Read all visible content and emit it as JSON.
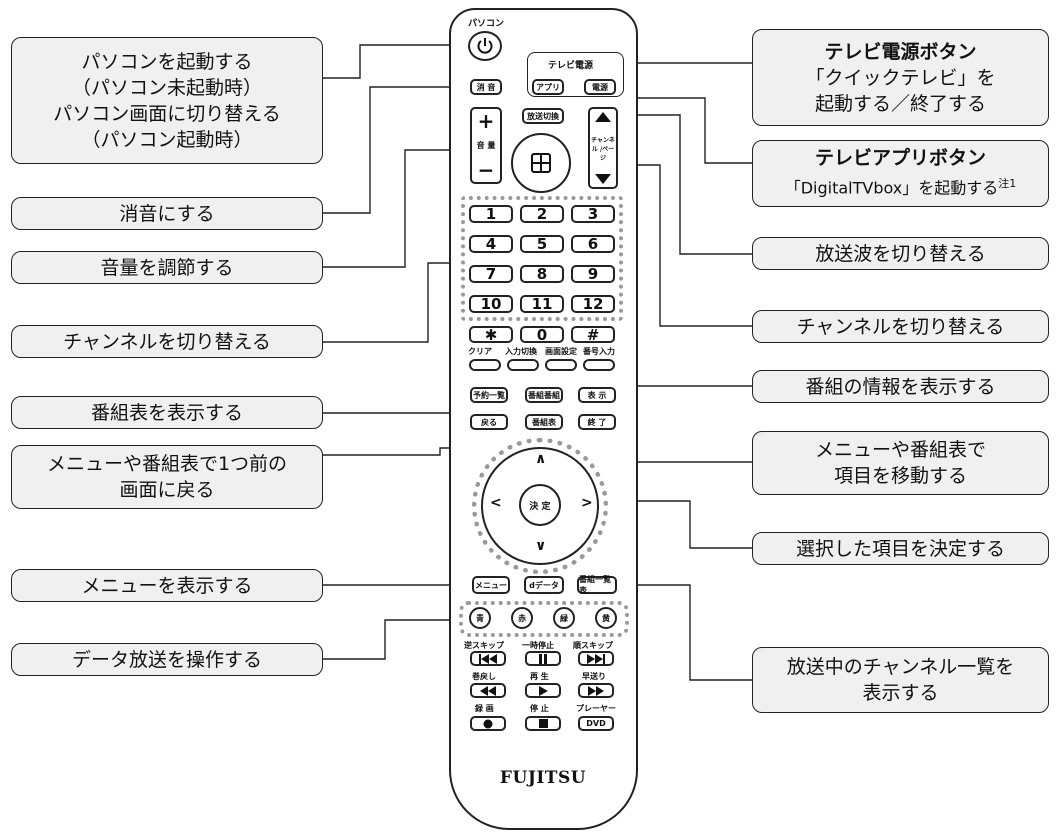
{
  "callouts_left": {
    "power_pc": [
      "パソコンを起動する",
      "（パソコン未起動時）",
      "パソコン画面に切り替える",
      "（パソコン起動時）"
    ],
    "mute": "消音にする",
    "volume": "音量を調節する",
    "channel": "チャンネルを切り替える",
    "epg": "番組表を表示する",
    "back": [
      "メニューや番組表で1つ前の",
      "画面に戻る"
    ],
    "menu": "メニューを表示する",
    "data": "データ放送を操作する"
  },
  "callouts_right": {
    "tv_power_title": "テレビ電源ボタン",
    "tv_power_desc": [
      "「クイックテレビ」を",
      "起動する／終了する"
    ],
    "tv_app_title": "テレビアプリボタン",
    "tv_app_desc": "「DigitalTVbox」を起動する",
    "tv_app_note": "注1",
    "broadcast": "放送波を切り替える",
    "channel": "チャンネルを切り替える",
    "info": "番組の情報を表示する",
    "move": [
      "メニューや番組表で",
      "項目を移動する"
    ],
    "decide": "選択した項目を決定する",
    "channel_list": [
      "放送中のチャンネル一覧を",
      "表示する"
    ]
  },
  "remote": {
    "pc_label": "パソコン",
    "tv_label": "テレビ電源",
    "mute": "消 音",
    "app": "アプリ",
    "power": "電源",
    "broadcast_switch": "放送切換",
    "vol_label": "音 量",
    "vol_plus": "+",
    "vol_minus": "−",
    "ch_page": "チャンネル /ページ",
    "digits": [
      "1",
      "2",
      "3",
      "4",
      "5",
      "6",
      "7",
      "8",
      "9",
      "10",
      "11",
      "12"
    ],
    "star": "✱",
    "zero": "0",
    "hash": "#",
    "small_labels": [
      "クリア",
      "入力切換",
      "画面設定",
      "番号入力"
    ],
    "row_a": [
      "予約一覧",
      "番組番組",
      "表 示"
    ],
    "row_b": [
      "戻る",
      "番組表",
      "終 了"
    ],
    "dpad_up": "∧",
    "dpad_down": "∨",
    "dpad_left": "<",
    "dpad_right": ">",
    "ok": "決 定",
    "menu": "メニュー",
    "d_data": "dデータ",
    "channel_list": "番組一覧表",
    "colors": [
      "青",
      "赤",
      "緑",
      "黄"
    ],
    "transport_labels": [
      "逆スキップ",
      "一時停止",
      "順スキップ",
      "巻戻し",
      "再 生",
      "早送り",
      "録 画",
      "停 止",
      "プレーヤー"
    ],
    "dvd": "DVD",
    "brand": "FUJITSU"
  }
}
